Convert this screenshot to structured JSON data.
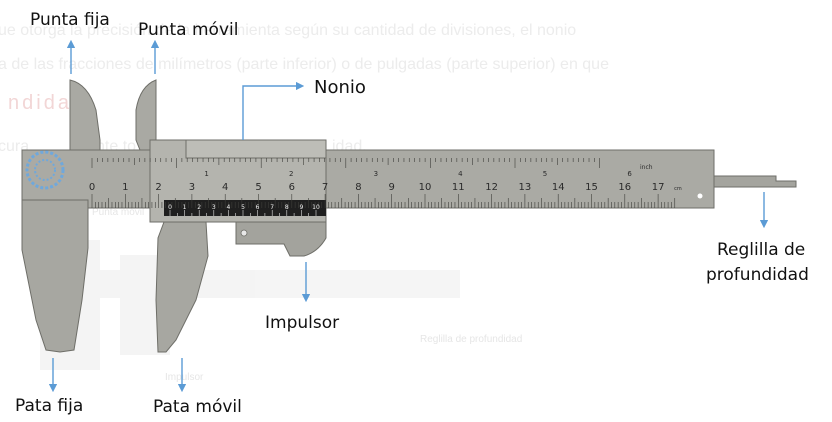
{
  "colors": {
    "body": "#a9a9a3",
    "body_light": "#c6c6bf",
    "edge": "#6e6e68",
    "arrow": "#5b9bd5",
    "vernier_window": "#1f1f1f",
    "logo": "#6fa8dc"
  },
  "background_text": {
    "line1": "ue otorga la precisión de la herramienta según su cantidad de divisiones, el nonio",
    "line2": "a de las fracciones de milímetros (parte inferior) o de pulgadas (parte superior) en que",
    "heading": "ndidad",
    "line3": "cura",
    "line3b": "nte to",
    "line3c": "idad.",
    "ghost_punta_movil": "Punta móvil",
    "ghost_impulsor": "Impulsor",
    "ghost_reglilla": "Reglilla de profundidad"
  },
  "labels": {
    "punta_fija": "Punta fija",
    "punta_movil": "Punta móvil",
    "nonio": "Nonio",
    "reglilla_line1": "Reglilla de",
    "reglilla_line2": "profundidad",
    "impulsor": "Impulsor",
    "pata_fija": "Pata fija",
    "pata_movil": "Pata móvil"
  },
  "scale": {
    "cm_labels": [
      "0",
      "1",
      "2",
      "3",
      "4",
      "5",
      "6",
      "7",
      "8",
      "9",
      "10",
      "11",
      "12",
      "13",
      "14",
      "15",
      "16",
      "17"
    ],
    "cm_unit": "cm",
    "inch_labels": [
      "1",
      "2",
      "3",
      "4",
      "5",
      "6"
    ],
    "inch_unit": "inch",
    "vernier_labels": [
      "0",
      "1",
      "2",
      "3",
      "4",
      "5",
      "6",
      "7",
      "8",
      "9",
      "10"
    ]
  }
}
